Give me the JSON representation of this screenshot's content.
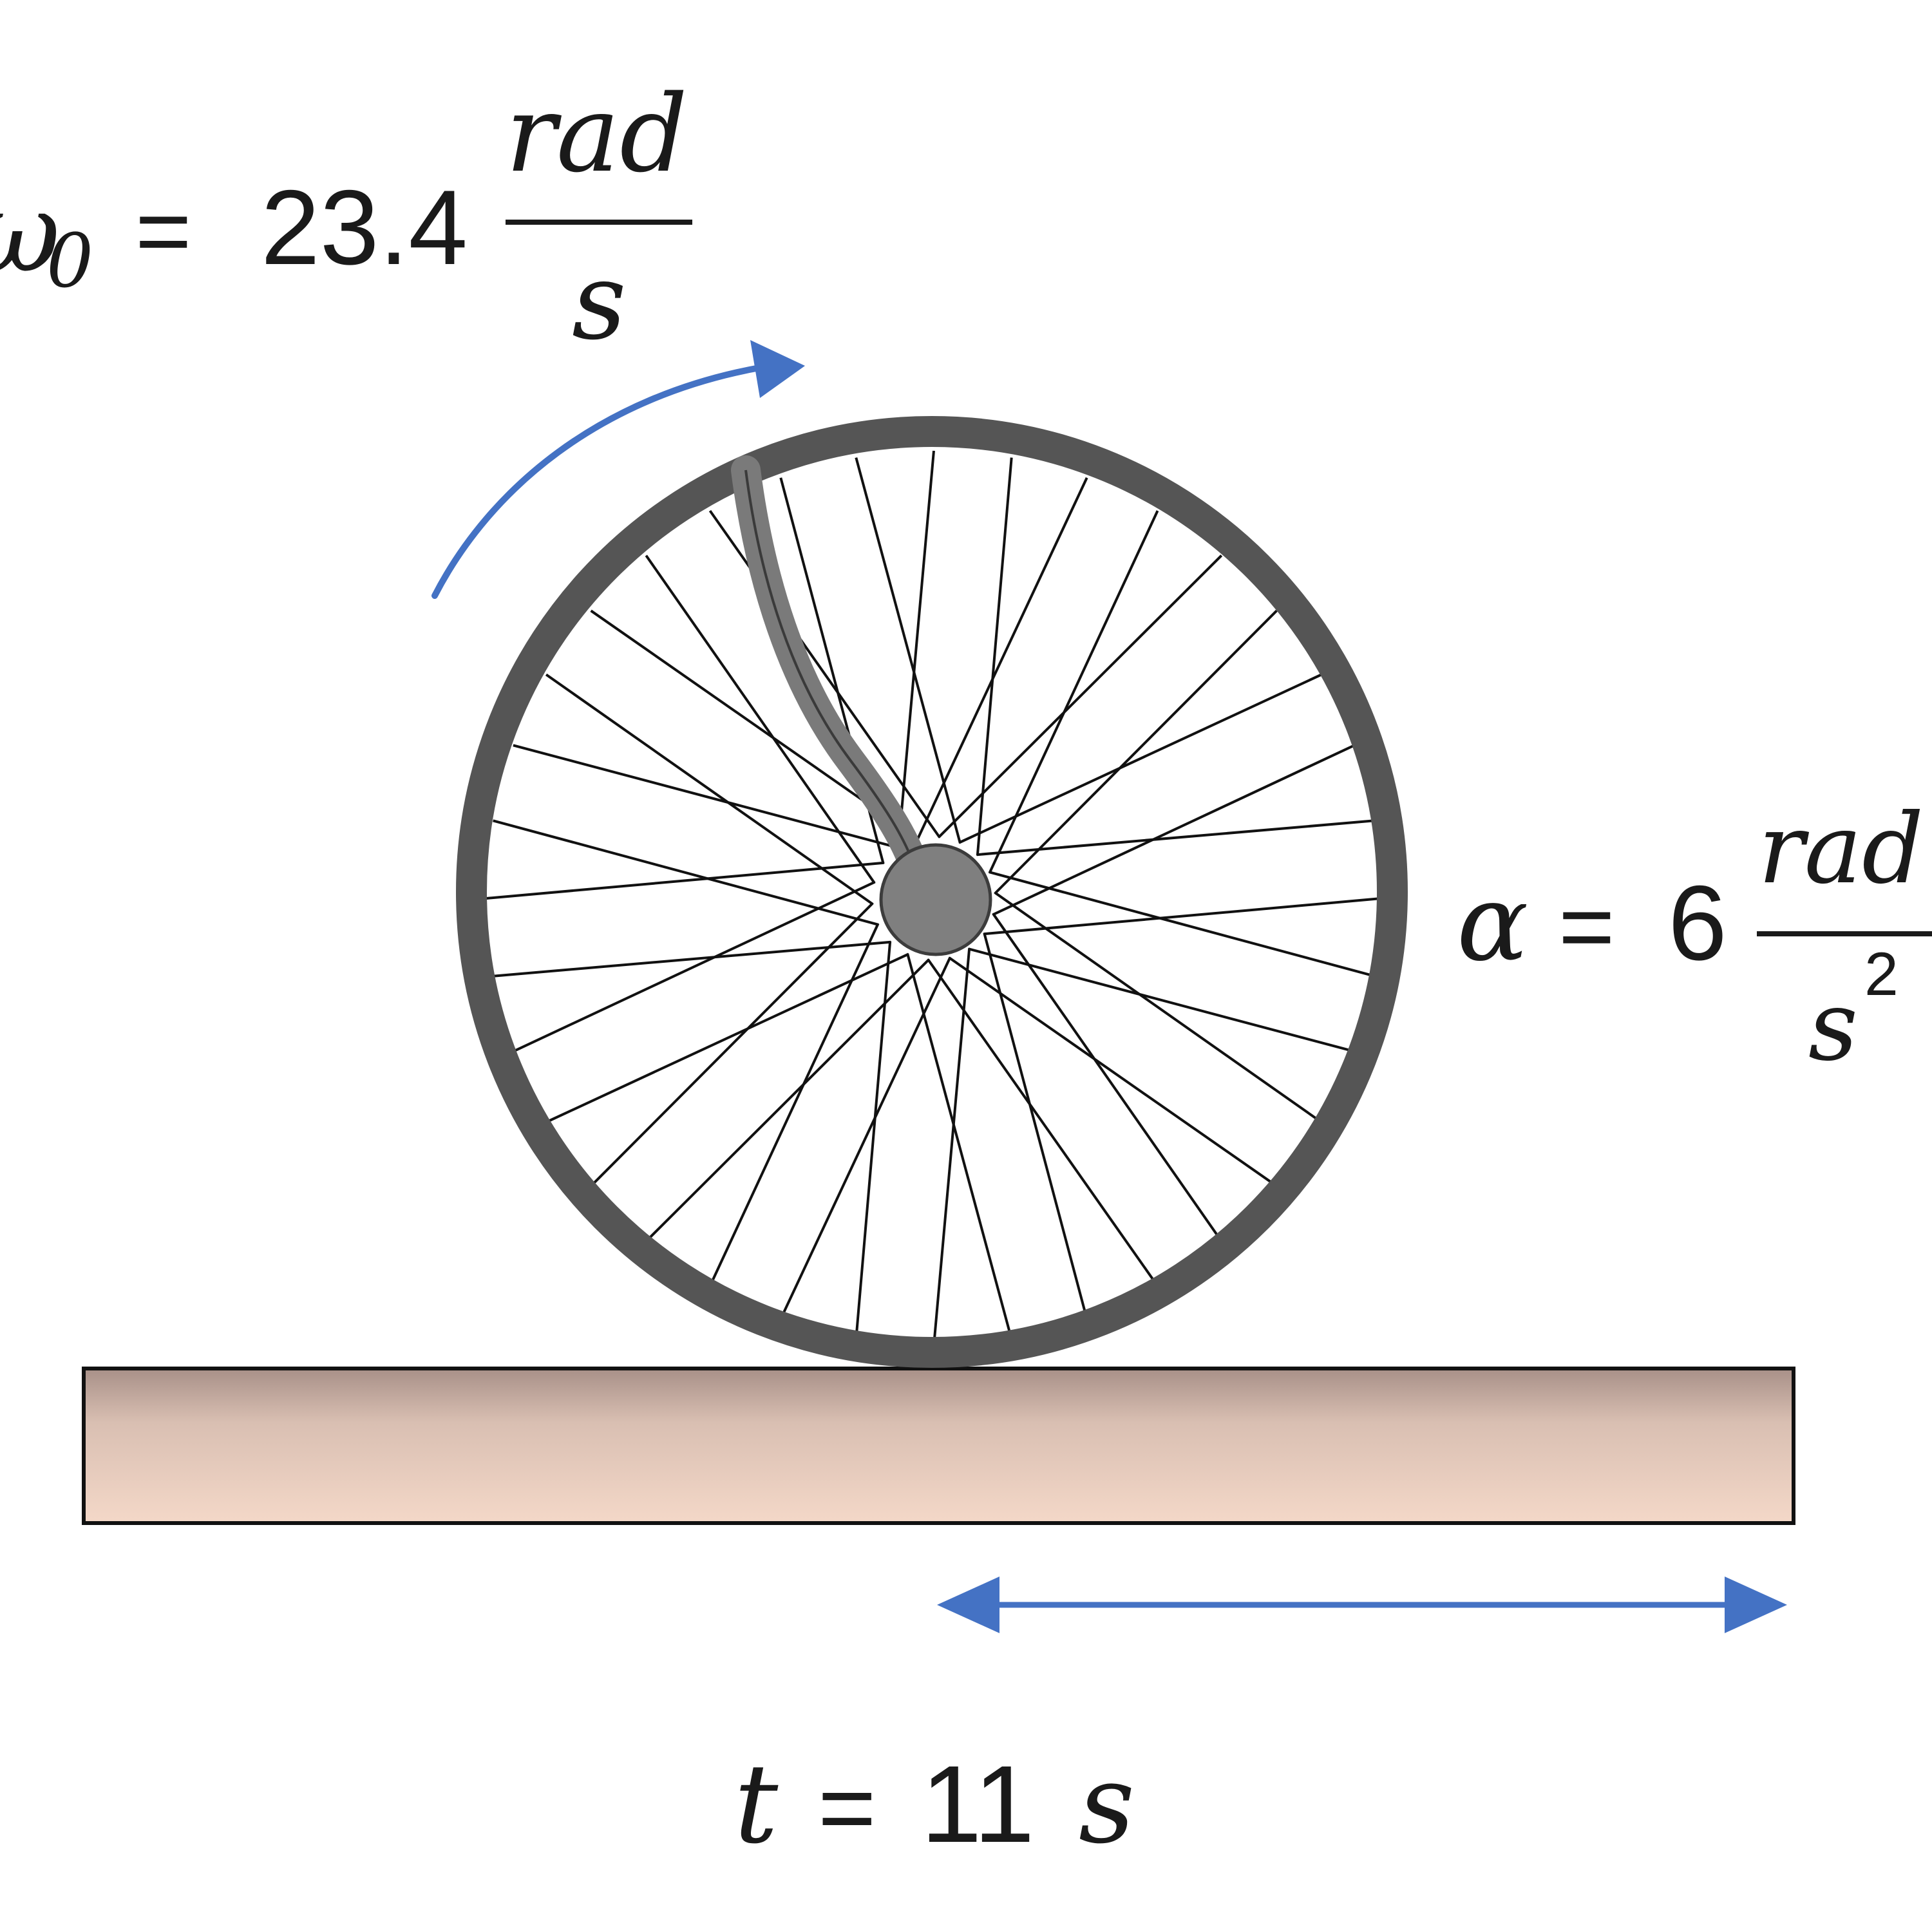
{
  "omega0": {
    "symbol": "ω",
    "subscript": "0",
    "equals": "=",
    "value": "23.4",
    "unit_num": "rad",
    "unit_den": "s"
  },
  "alpha": {
    "symbol": "α",
    "equals": "=",
    "value": "6",
    "unit_num": "rad",
    "unit_den": "s",
    "unit_den_exp": "2"
  },
  "time": {
    "symbol": "t",
    "equals": "=",
    "value": "11",
    "unit": "s"
  },
  "colors": {
    "arrow": "#4472c4",
    "rim": "#555555",
    "hub": "#7f7f7f",
    "ground_top": "#a89088",
    "ground_bottom": "#f4d8c8",
    "spoke": "#111111"
  },
  "wheel": {
    "spoke_count": 36
  }
}
